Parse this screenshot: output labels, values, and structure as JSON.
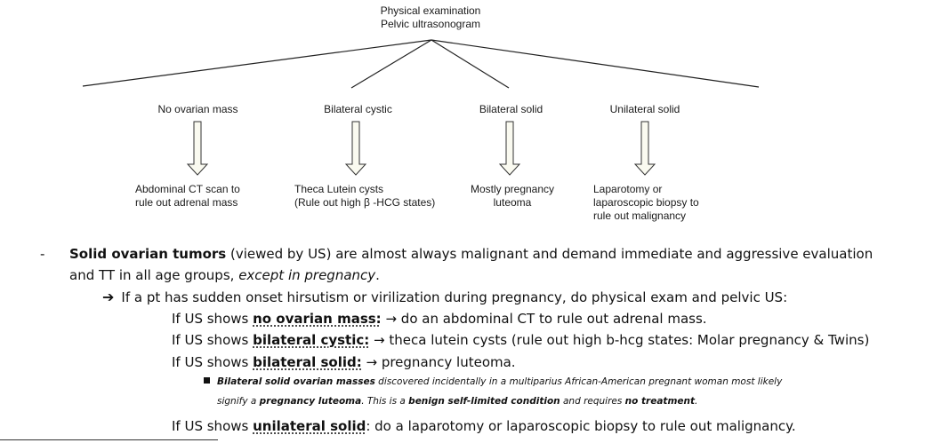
{
  "diagram": {
    "root": [
      "Physical examination",
      "Pelvic ultrasonogram"
    ],
    "branches": [
      {
        "label": "No ovarian mass",
        "result": [
          "Abdominal CT scan to",
          "rule out adrenal mass"
        ]
      },
      {
        "label": "Bilateral cystic",
        "result": [
          "Theca Lutein cysts",
          "(Rule out high β -HCG states)"
        ]
      },
      {
        "label": "Bilateral solid",
        "result": [
          "Mostly pregnancy",
          "luteoma"
        ]
      },
      {
        "label": "Unilateral solid",
        "result": [
          "Laparotomy or",
          "laparoscopic biopsy to",
          "rule out malignancy"
        ]
      }
    ]
  },
  "notes": {
    "dash": "-",
    "main_bold": "Solid ovarian tumors",
    "main_rest": " (viewed by US) are almost always malignant and demand immediate and aggressive evaluation",
    "main_line2_start": "and TT in all age groups, ",
    "main_line2_italic": "except in pregnancy",
    "main_line2_end": ".",
    "arrow_symbol": "➔",
    "arrow_text": "If a pt has sudden onset hirsutism or virilization during pregnancy, do physical exam and pelvic US:",
    "cases": [
      {
        "prefix": "If US shows ",
        "key": "no ovarian mass:",
        "rest": " → do an abdominal CT to rule out adrenal mass."
      },
      {
        "prefix": "If US shows ",
        "key": "bilateral cystic:",
        "rest": " → theca lutein cysts (rule out high b-hcg states: Molar pregnancy & Twins)"
      },
      {
        "prefix": "If US shows ",
        "key": "bilateral solid:",
        "rest": " → pregnancy luteoma."
      }
    ],
    "subnote": {
      "line1_bold": "Bilateral solid ovarian masses",
      "line1_rest": " discovered incidentally in a multiparius African-American pregnant woman most likely",
      "line2_start": "signify a ",
      "line2_bold1": "pregnancy luteoma",
      "line2_mid": ". This is a ",
      "line2_bold2": "benign self-limited condition",
      "line2_mid2": " and requires ",
      "line2_bold3": "no treatment",
      "line2_end": "."
    },
    "last_case": {
      "prefix": "If US shows ",
      "key": "unilateral solid",
      "rest": ": do a laparotomy or laparoscopic biopsy to rule out malignancy."
    }
  }
}
